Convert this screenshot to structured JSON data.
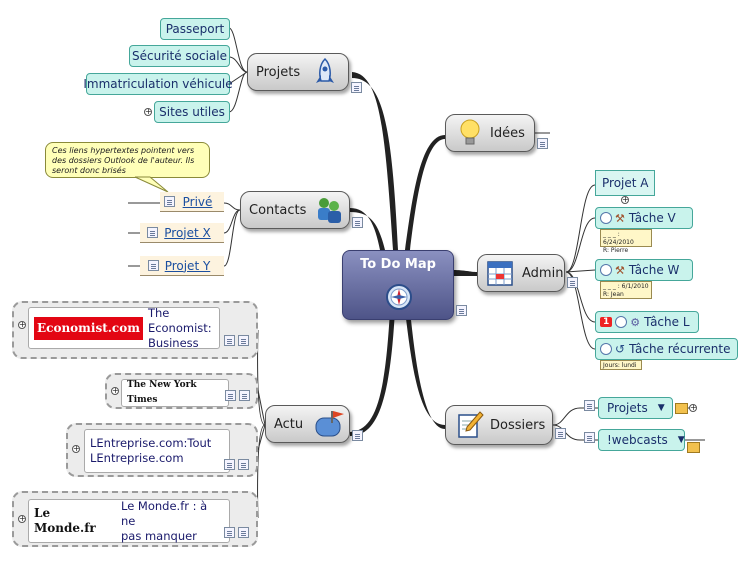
{
  "central": {
    "label": "To Do Map"
  },
  "branches": {
    "projets": {
      "label": "Projets",
      "icon": "rocket-icon"
    },
    "contacts": {
      "label": "Contacts",
      "icon": "people-icon"
    },
    "actu": {
      "label": "Actu",
      "icon": "mailbox-icon"
    },
    "idees": {
      "label": "Idées",
      "icon": "lightbulb-icon"
    },
    "admin": {
      "label": "Admin",
      "icon": "calendar-icon"
    },
    "dossiers": {
      "label": "Dossiers",
      "icon": "pencil-document-icon"
    }
  },
  "projets_items": [
    "Passeport",
    "Sécurité sociale",
    "Immatriculation véhicule",
    "Sites utiles"
  ],
  "contacts_callout": "Ces liens hypertextes pointent vers des dossiers Outlook de l'auteur. Ils seront donc brisés",
  "contacts_items": [
    "Privé",
    "Projet X",
    "Projet Y"
  ],
  "actu_items": [
    {
      "logo": "Economist.com",
      "text": [
        "The Economist:",
        "Business"
      ]
    },
    {
      "logo": "The New York Times",
      "text": []
    },
    {
      "logo": "",
      "text": [
        "LEntreprise.com:Tout",
        "LEntreprise.com"
      ]
    },
    {
      "logo": "Le Monde.fr",
      "text": [
        "Le Monde.fr : à ne",
        "pas manquer"
      ]
    }
  ],
  "admin_items": {
    "projet_a": "Projet A",
    "tache_v": {
      "label": "Tâche V",
      "date": "_ _ _ : 6/24/2010",
      "resource": "R: Pierre"
    },
    "tache_w": {
      "label": "Tâche W",
      "date": "_ _ _ : 6/1/2010",
      "resource": "R: Jean"
    },
    "tache_l": {
      "label": "Tâche L",
      "priority": "1"
    },
    "tache_recurrente": {
      "label": "Tâche récurrente",
      "recurrence": "Jours: lundi"
    }
  },
  "dossiers_items": [
    "Projets",
    "!webcasts"
  ],
  "colors": {
    "accent_line": "#222222",
    "leaf_fill": "#c9f3ec",
    "central_fill": "#5a6095"
  }
}
